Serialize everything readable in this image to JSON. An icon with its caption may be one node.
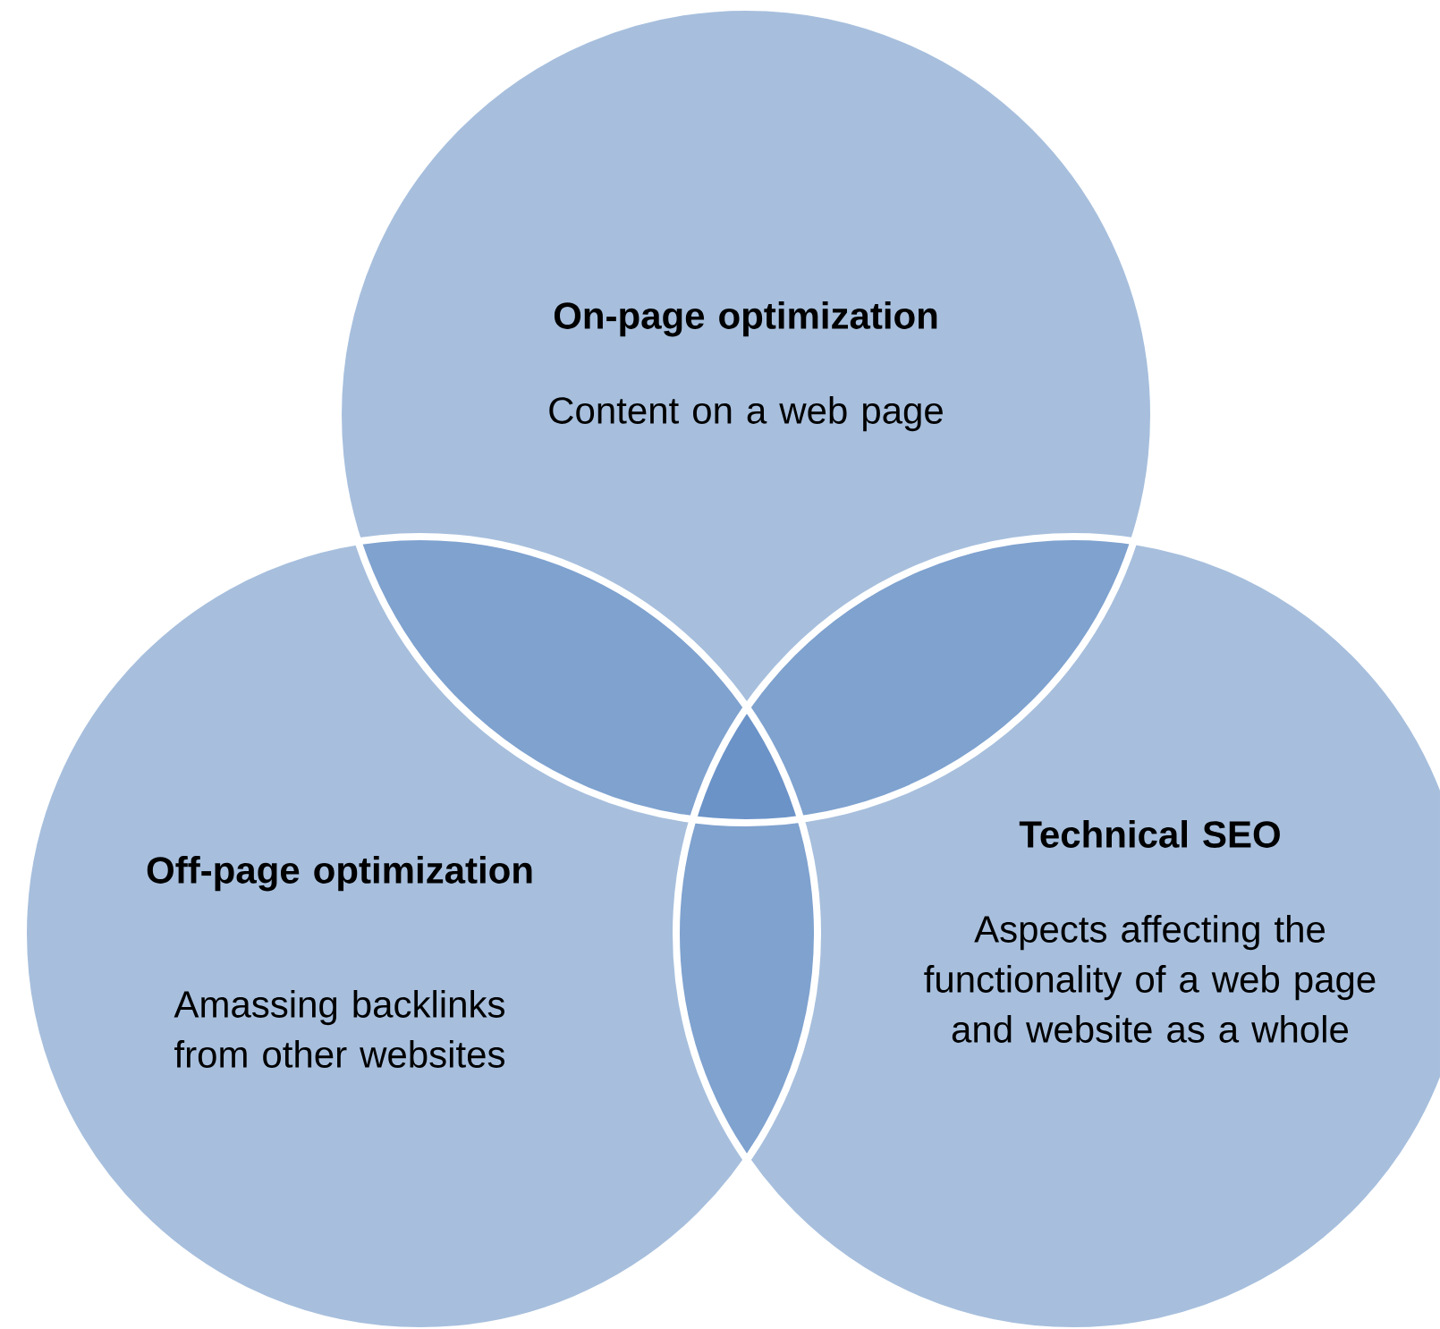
{
  "diagram": {
    "nodes": [
      {
        "text": [
          "On-page optimization",
          "Content on a web page"
        ]
      },
      {
        "text": [
          "Off-page optimization",
          "Amassing backlinks from other websites"
        ]
      },
      {
        "text": [
          "Technical SEO",
          "Aspects affecting the functionality of a web page and website as a whole"
        ]
      }
    ]
  }
}
